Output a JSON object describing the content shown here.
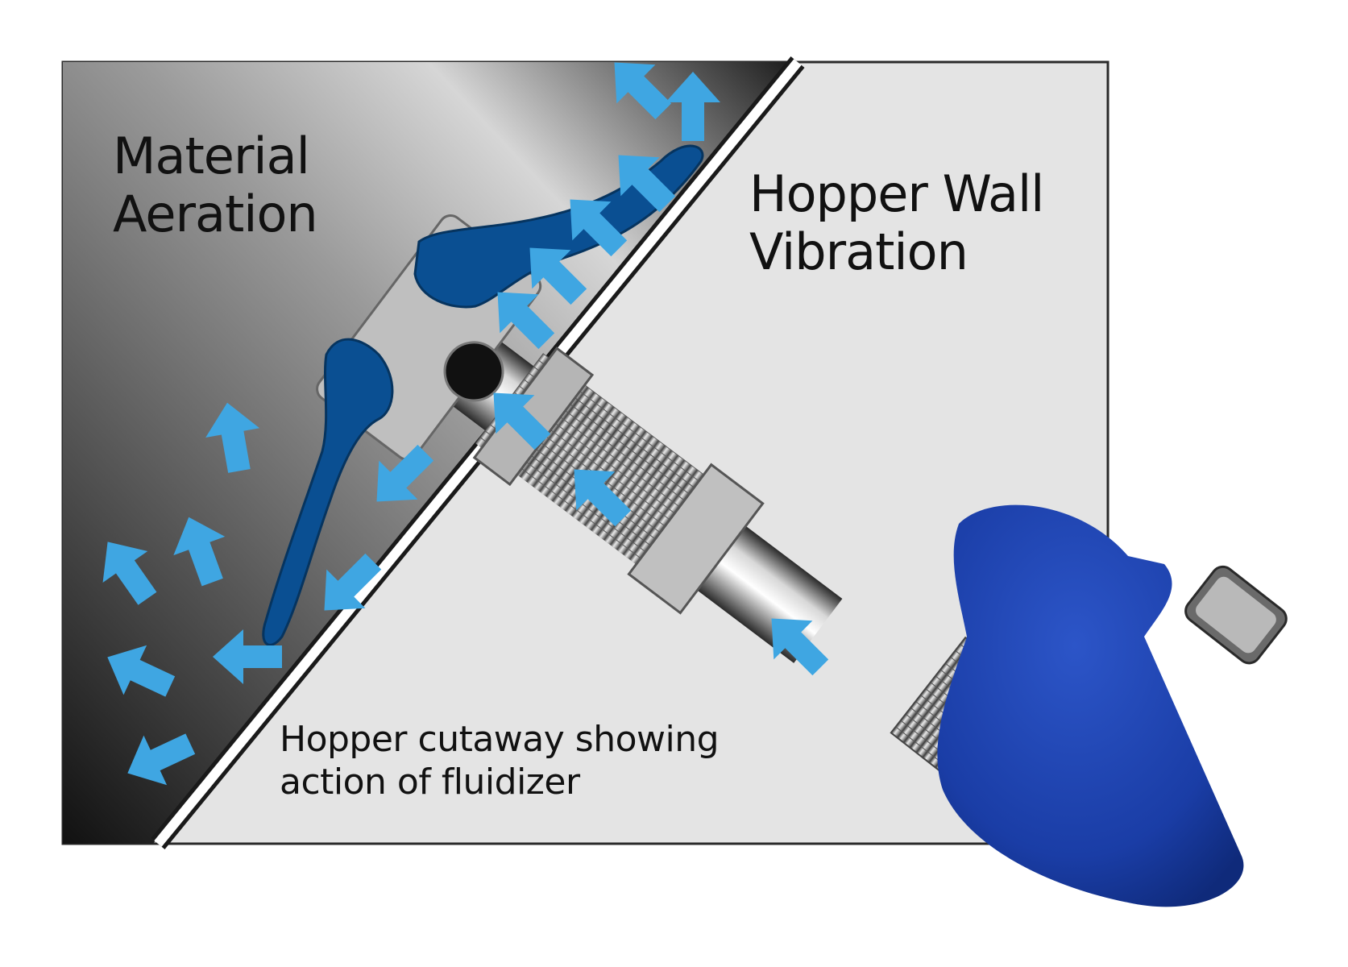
{
  "labels": {
    "material_aeration": [
      "Material",
      "Aeration"
    ],
    "hopper_wall_vibration": [
      "Hopper Wall",
      "Vibration"
    ],
    "caption": [
      "Hopper cutaway showing",
      "action of fluidizer"
    ]
  },
  "colors": {
    "frame": "#2a2a2a",
    "hopper_interior": "#e4e4e4",
    "material_dark": "#151515",
    "material_light": "#c8c8c8",
    "seal_blue": "#0a4f92",
    "flow_arrow": "#3fa6e2",
    "cone_blue": "#1b3fa8",
    "steel": "#9a9a9a"
  },
  "icons": [
    "flow-arrow",
    "fluidizer-cone",
    "threaded-fitting",
    "hex-nut",
    "poppet-ball"
  ]
}
